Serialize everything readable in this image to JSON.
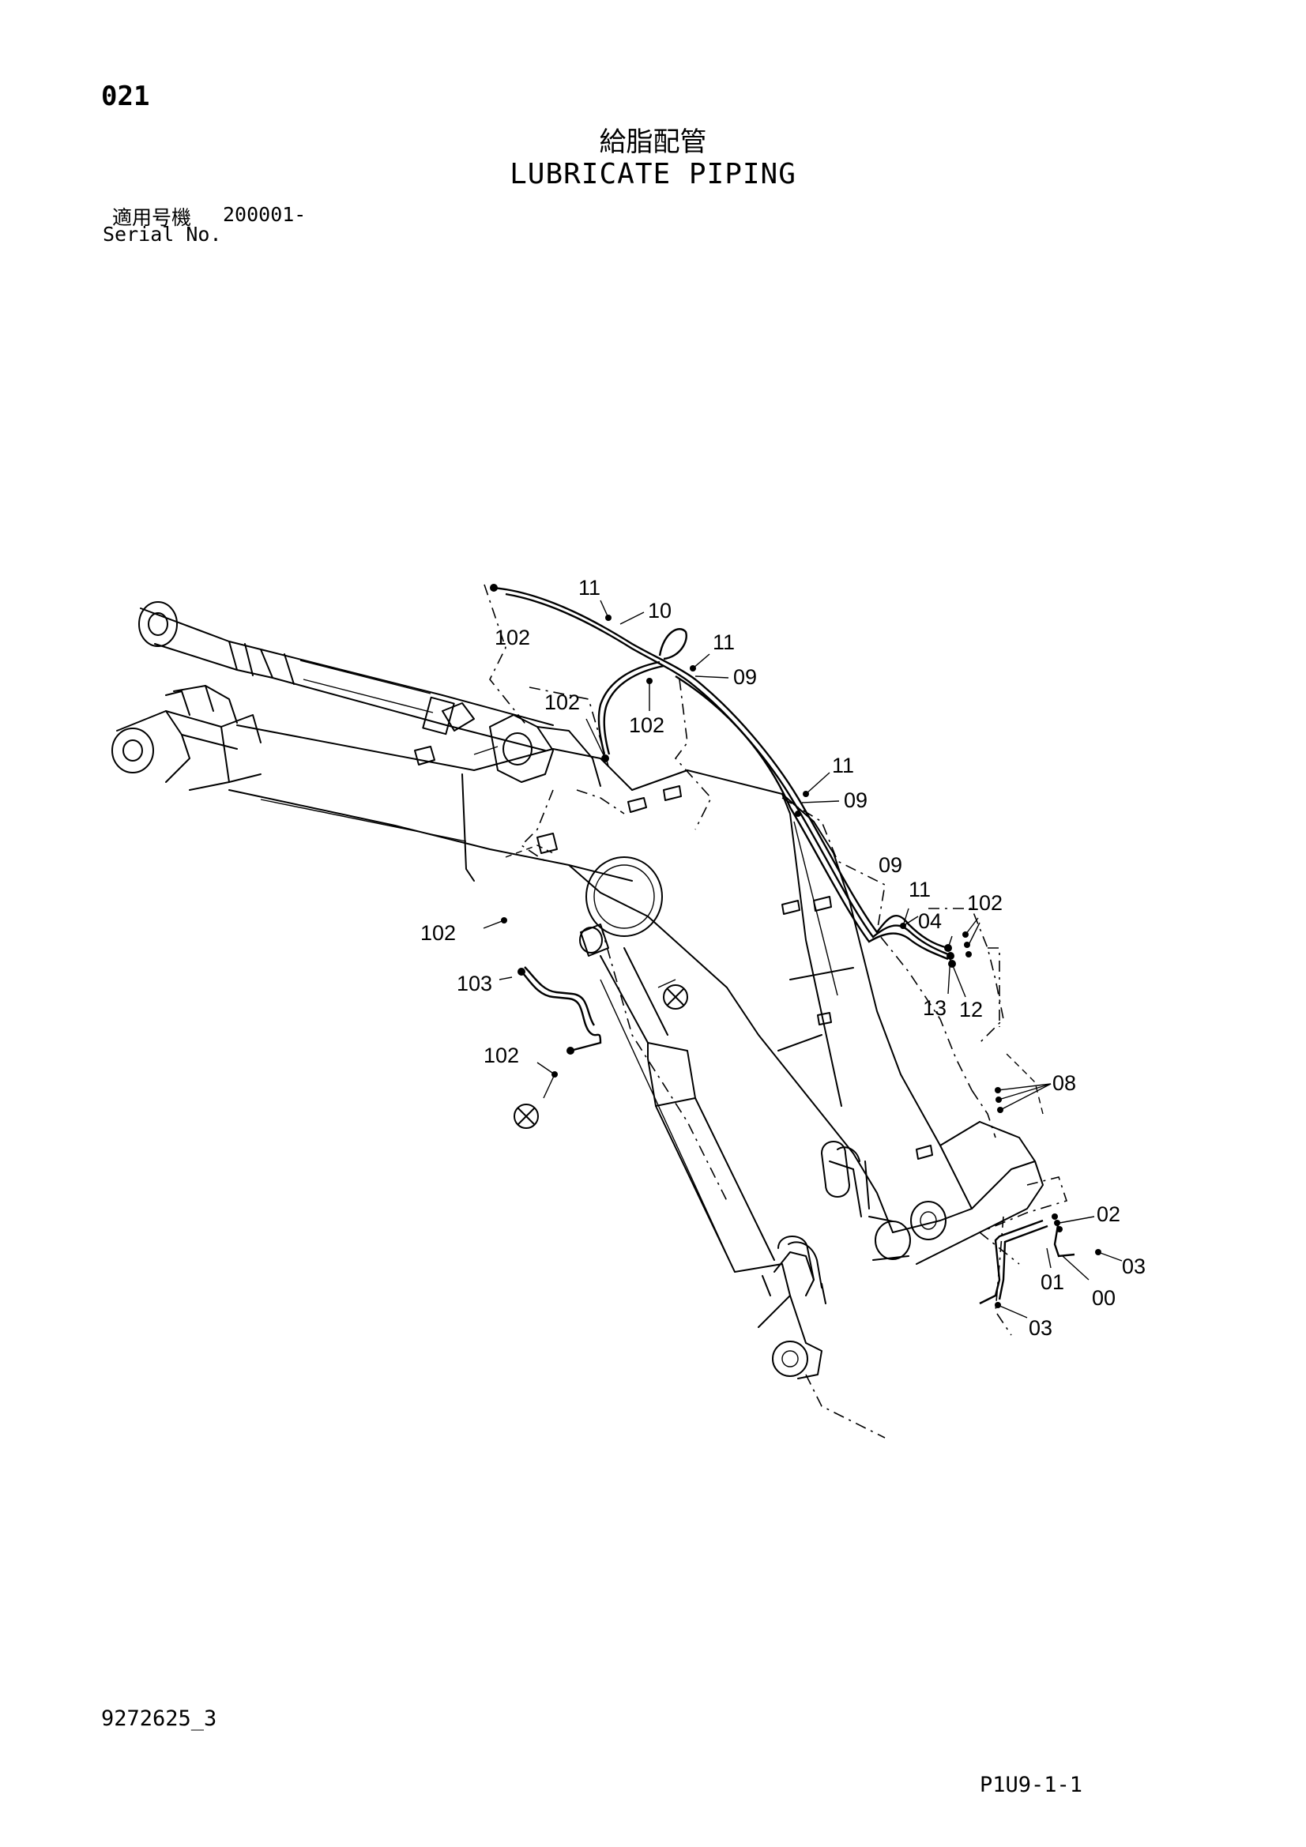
{
  "header": {
    "page_number": "021",
    "title_jp": "給脂配管",
    "title_en": "LUBRICATE PIPING",
    "serial_label_jp": "適用号機",
    "serial_value": "200001-",
    "serial_label_en": "Serial No."
  },
  "footer": {
    "drawing_number": "9272625_3",
    "sheet_code": "P1U9-1-1"
  },
  "callouts": {
    "c11a": "11",
    "c10": "10",
    "c102a": "102",
    "c11b": "11",
    "c09a": "09",
    "c102b": "102",
    "c102c": "102",
    "c11c": "11",
    "c09b": "09",
    "c09c": "09",
    "c11d": "11",
    "c102d": "102",
    "c04": "04",
    "c102e": "102",
    "c103": "103",
    "c13": "13",
    "c12": "12",
    "c102f": "102",
    "c08": "08",
    "c02": "02",
    "c03a": "03",
    "c01": "01",
    "c00": "00",
    "c03b": "03"
  }
}
